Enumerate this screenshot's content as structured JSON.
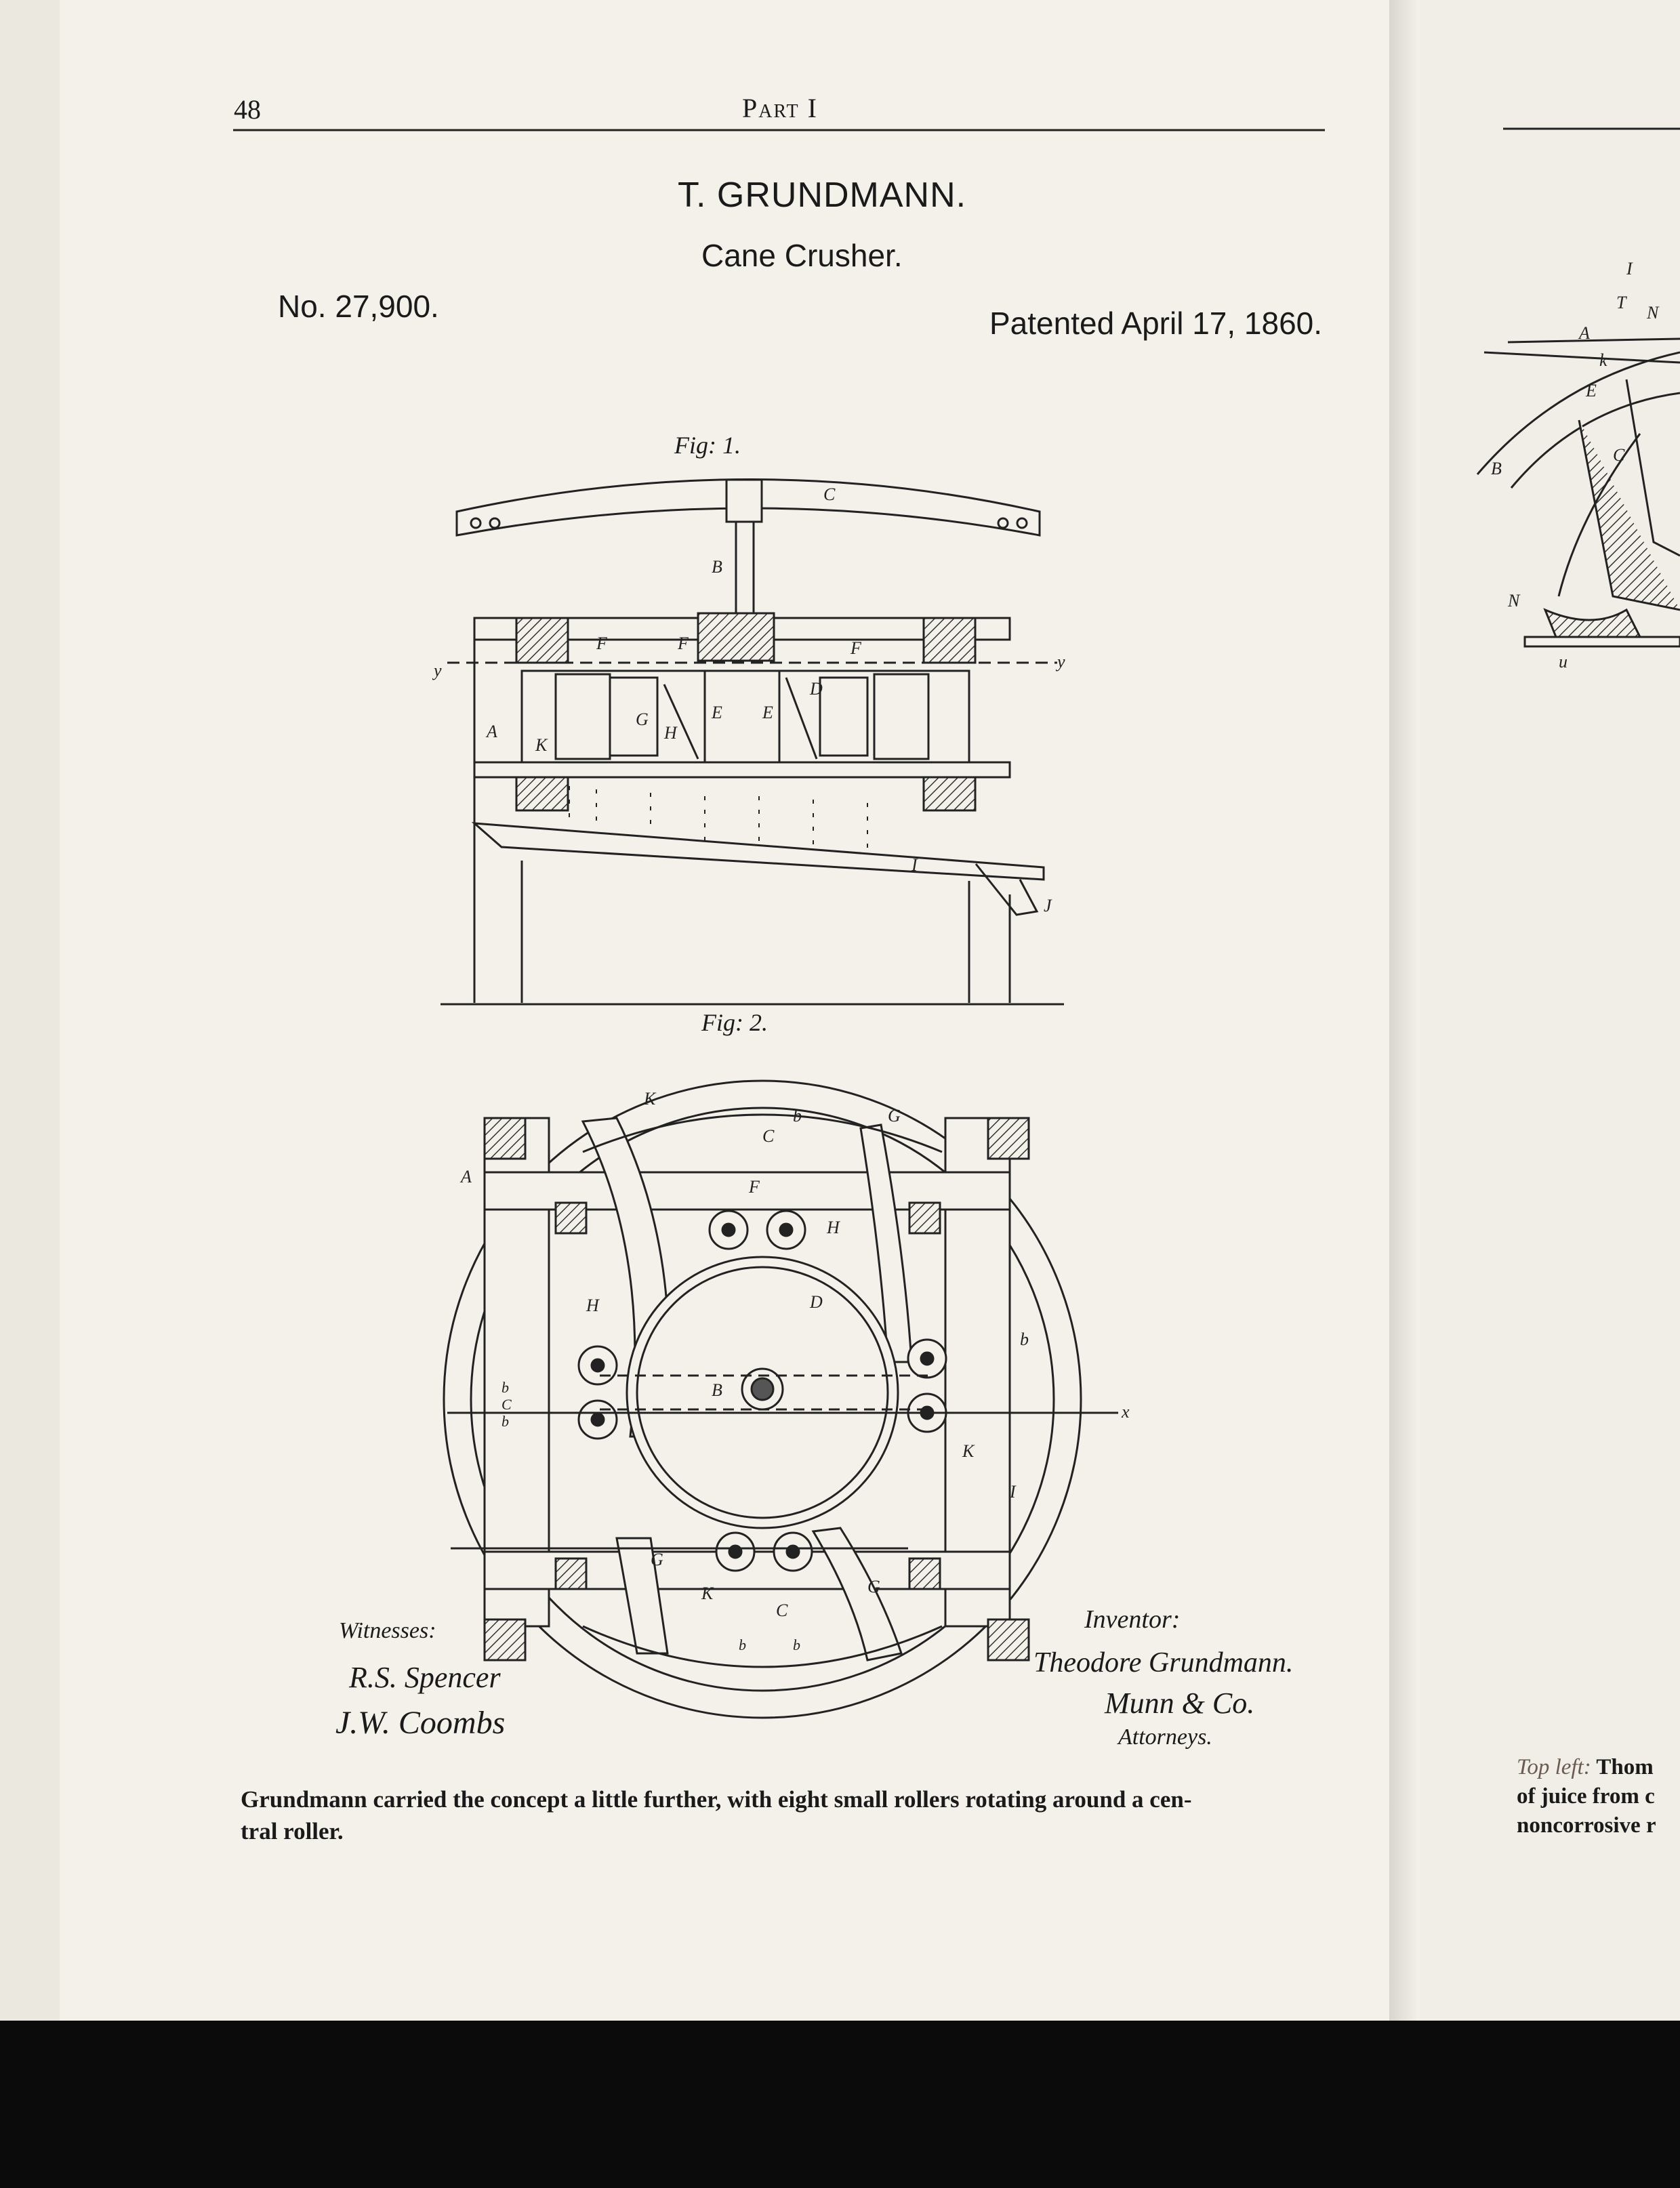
{
  "page": {
    "number": "48",
    "header": "Part I",
    "caption": "Grundmann carried the concept a little further, with eight small rollers rotating around a central roller.",
    "caption_line1": "Grundmann carried the concept a little further, with eight small rollers rotating around a cen-",
    "caption_line2": "tral roller."
  },
  "patent": {
    "inventor_name": "T. GRUNDMANN.",
    "title": "Cane Crusher.",
    "number": "No. 27,900.",
    "date": "Patented April 17, 1860.",
    "fig1_label": "Fig: 1.",
    "fig2_label": "Fig: 2.",
    "witnesses_label": "Witnesses:",
    "witness1": "R.S. Spencer",
    "witness2": "J.W. Coombs",
    "inventor_label": "Inventor:",
    "inventor_signature": "Theodore Grundmann.",
    "attorney_signature": "Munn & Co.",
    "attorneys_label": "Attorneys."
  },
  "facing_page": {
    "caption_label": "Top left:",
    "caption_line1_visible": "Thom",
    "caption_line2_visible": "of juice from c",
    "caption_line3_visible": "noncorrosive r"
  },
  "colors": {
    "paper": "#f4f1ea",
    "ink": "#1a1a1a",
    "scan_border": "#0b0b0b",
    "hatch": "#444444"
  }
}
